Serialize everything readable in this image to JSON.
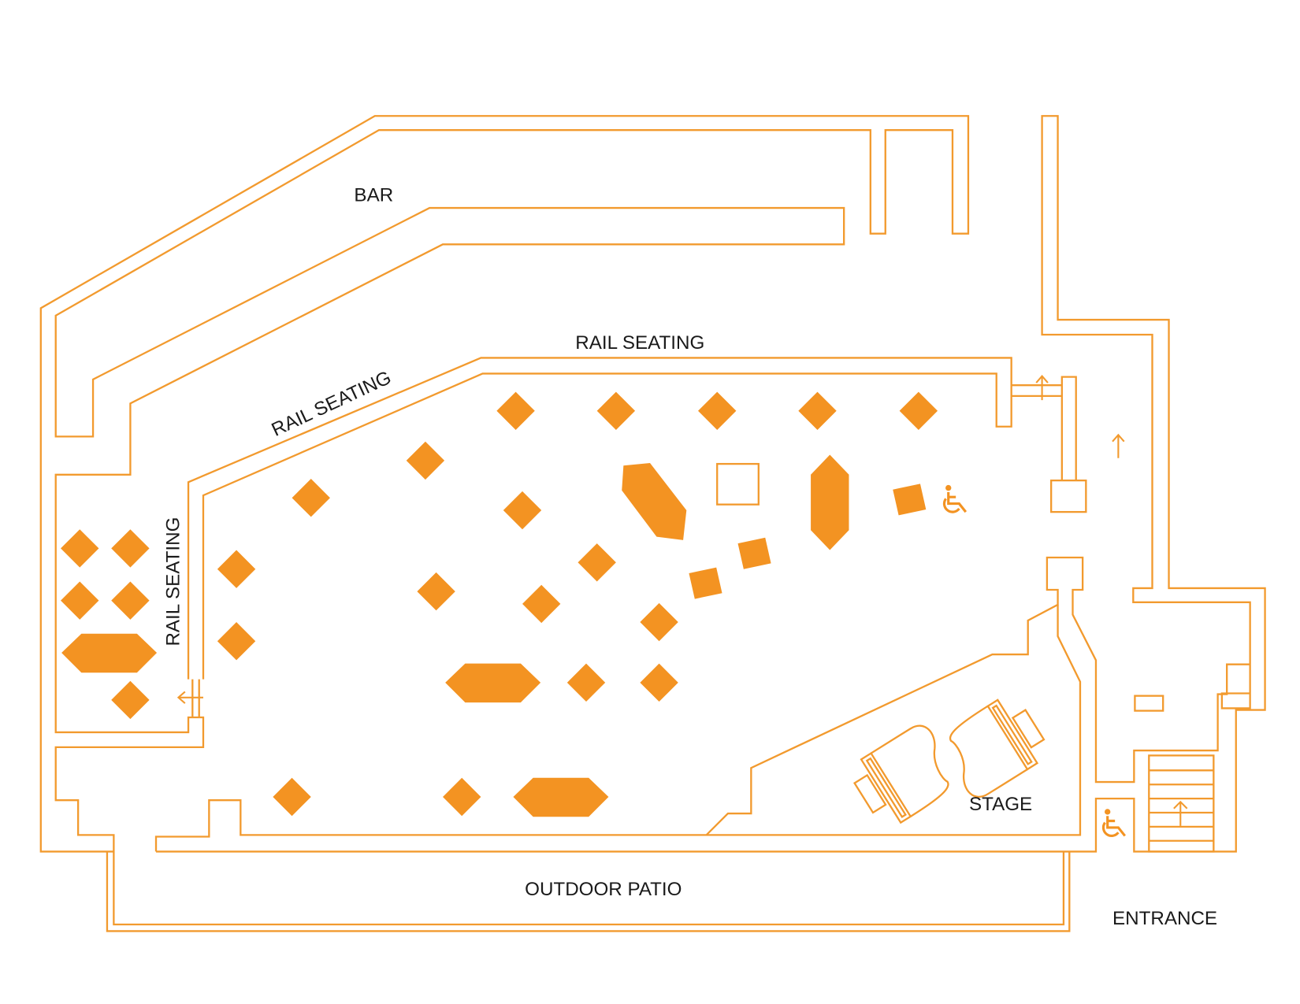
{
  "map": {
    "type": "venue floor plan",
    "accent_color": "#f39322",
    "text_color": "#1a1a1a",
    "background_color": "#ffffff"
  },
  "labels": {
    "bar": "BAR",
    "rail_seating_top": "RAIL SEATING",
    "rail_seating_diag": "RAIL SEATING",
    "rail_seating_left": "RAIL SEATING",
    "stage": "STAGE",
    "outdoor_patio": "OUTDOOR PATIO",
    "entrance": "ENTRANCE"
  },
  "icons": {
    "accessibility": "wheelchair-icon",
    "direction": "arrow-icon",
    "piano": "grand-piano-icon",
    "stairs": "stairs-icon"
  },
  "seating": {
    "small_tables": 26,
    "long_tables": 5,
    "square_tables": 4,
    "grand_pianos": 2
  }
}
